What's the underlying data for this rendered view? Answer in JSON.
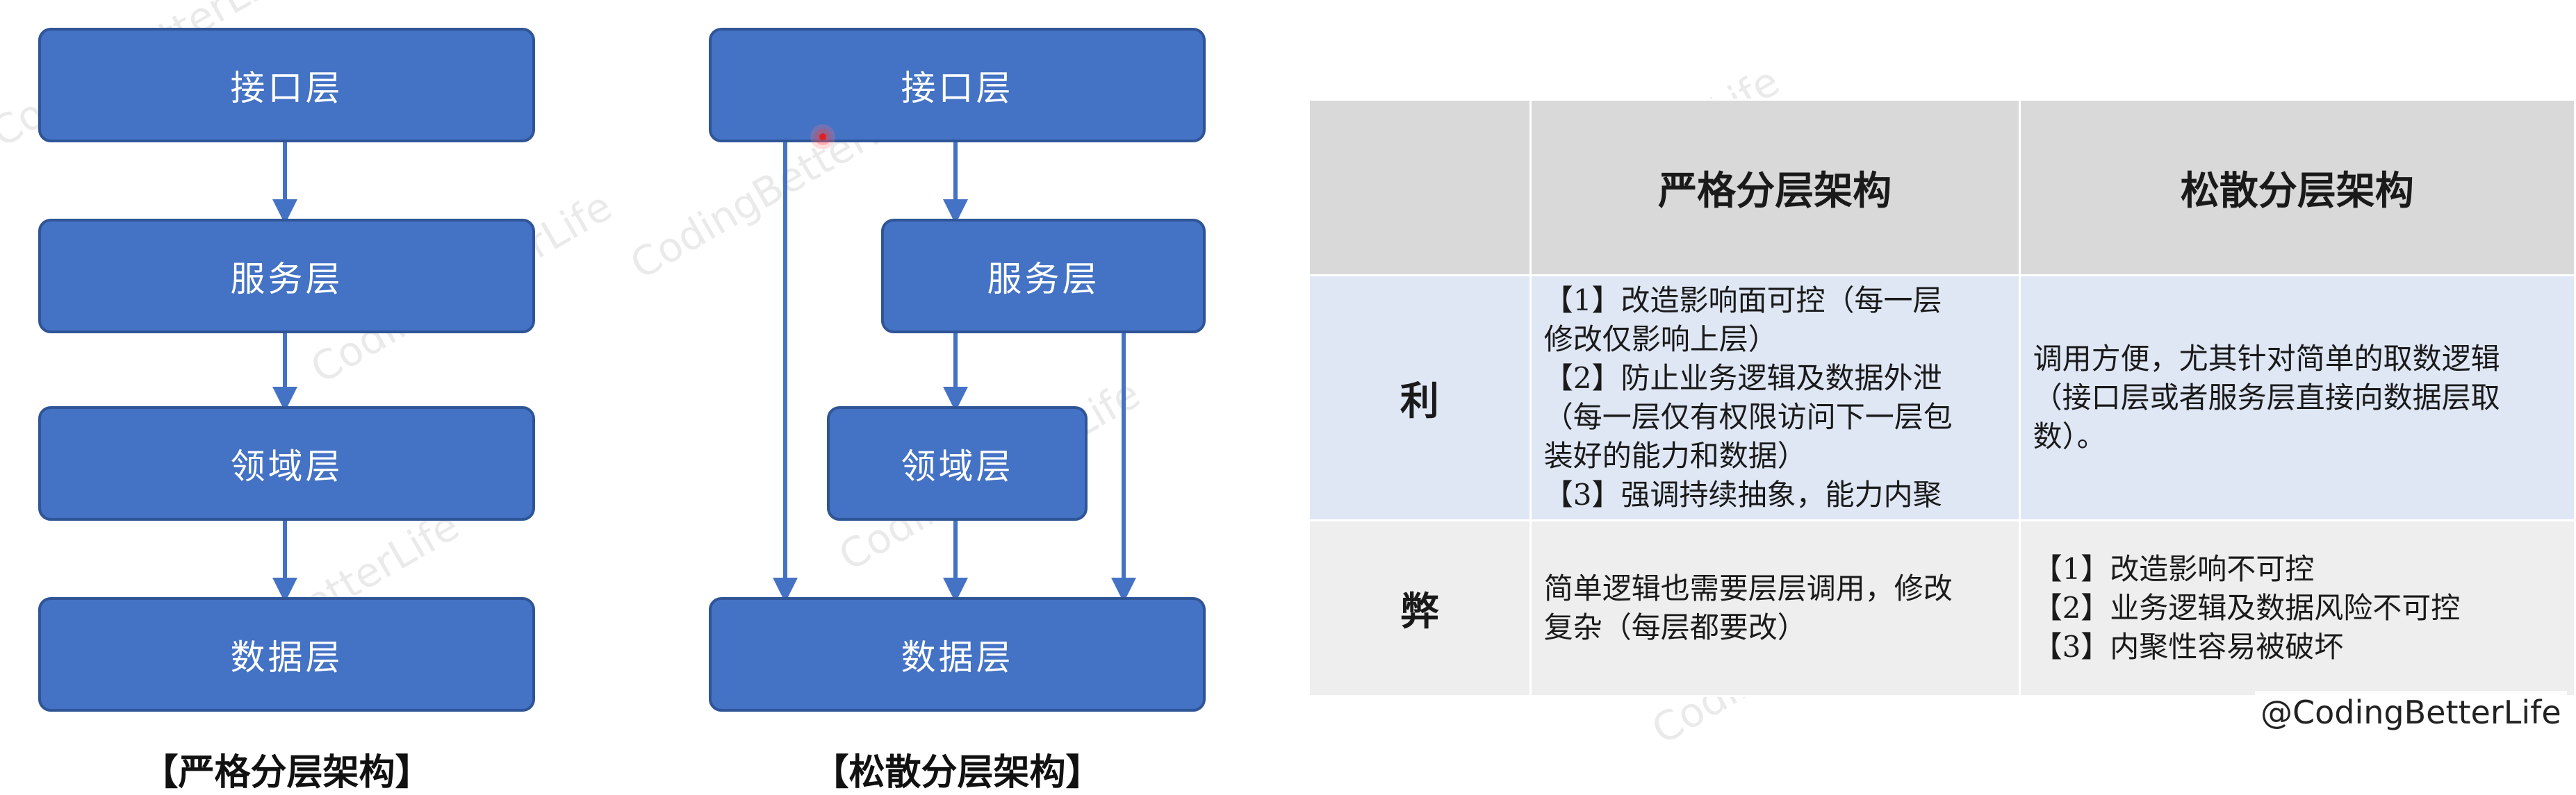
{
  "strict": {
    "layers": [
      "接口层",
      "服务层",
      "领域层",
      "数据层"
    ],
    "caption": "【严格分层架构】"
  },
  "loose": {
    "layers": [
      "接口层",
      "服务层",
      "领域层",
      "数据层"
    ],
    "caption": "【松散分层架构】"
  },
  "table": {
    "headers": [
      "",
      "严格分层架构",
      "松散分层架构"
    ],
    "rows": [
      {
        "label": "利",
        "strict": [
          "【1】改造影响面可控（每一层",
          "修改仅影响上层）",
          "【2】防止业务逻辑及数据外泄",
          "（每一层仅有权限访问下一层包",
          "装好的能力和数据）",
          "【3】强调持续抽象，能力内聚"
        ],
        "loose": [
          "调用方便，尤其针对简单的取数逻辑",
          "（接口层或者服务层直接向数据层取",
          "数）。"
        ]
      },
      {
        "label": "弊",
        "strict": [
          "简单逻辑也需要层层调用，修改",
          "复杂（每层都要改）"
        ],
        "loose": [
          "【1】改造影响不可控",
          "【2】业务逻辑及数据风险不可控",
          "【3】内聚性容易被破坏"
        ]
      }
    ]
  },
  "watermark": "CodingBetterLife",
  "handle": "@CodingBetterLife",
  "colors": {
    "box_fill": "#4472c4",
    "box_border": "#2f5597",
    "arrow": "#4472c4",
    "header_bg": "#d9d9d9",
    "pro_bg": "#dfe7f5",
    "con_bg": "#eeeeee"
  }
}
